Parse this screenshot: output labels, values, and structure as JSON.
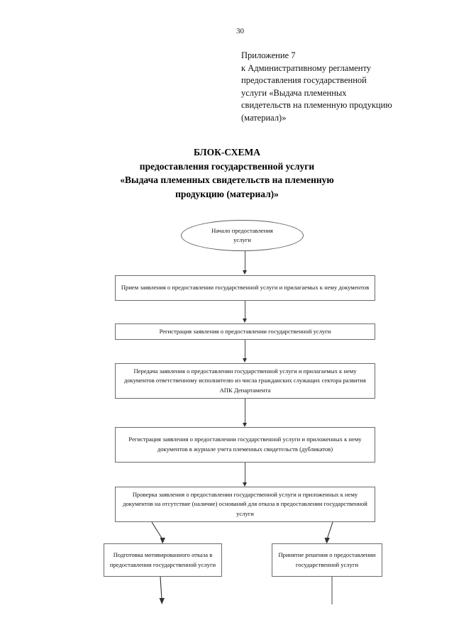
{
  "document": {
    "page_number": "30",
    "appendix": [
      "Приложение 7",
      "к Административному регламенту",
      "предоставления государственной",
      "услуги «Выдача племенных",
      "свидетельств на племенную продукцию",
      "(материал)»"
    ],
    "title": [
      "БЛОК-СХЕМА",
      "предоставления государственной услуги",
      "«Выдача племенных свидетельств на племенную",
      "продукцию (материал)»"
    ]
  },
  "flowchart": {
    "start": {
      "shape": "ellipse",
      "lines": [
        "Начало предоставления",
        "услуги"
      ]
    },
    "steps": [
      {
        "id": "intake",
        "shape": "rect",
        "lines": [
          "Прием заявления о предоставлении государственной услуги и прилагаемых",
          "к нему документов"
        ]
      },
      {
        "id": "registration",
        "shape": "rect",
        "lines": [
          "Регистрация заявления о предоставлении государственной услуги"
        ]
      },
      {
        "id": "transfer",
        "shape": "rect",
        "lines": [
          "Передача заявления о предоставлении государственной услуги и",
          "прилагаемых к нему документов ответственному исполнителю из числа",
          "гражданских служащих сектора развития АПК Департамента"
        ]
      },
      {
        "id": "journal-registration",
        "shape": "rect",
        "lines": [
          "Регистрация заявления о предоставлении государственной услуги и",
          "приложенных к нему документов в журнале учета племенных свидетельств",
          "(дубликатов)"
        ]
      },
      {
        "id": "check",
        "shape": "rect",
        "lines": [
          "Проверка заявления о предоставлении государственной услуги и",
          "приложенных к нему документов на отсутствие (наличие) оснований для",
          "отказа в предоставлении государственной услуги"
        ]
      }
    ],
    "branches": [
      {
        "id": "refusal",
        "shape": "rect",
        "lines": [
          "Подготовка мотивированного",
          "отказа в предоставлении",
          "государственной услуги"
        ]
      },
      {
        "id": "decision",
        "shape": "rect",
        "lines": [
          "Принятие решения о",
          "предоставлении",
          "государственной услуги"
        ]
      }
    ]
  },
  "colors": {
    "page_background": "#ffffff",
    "text": "#111111",
    "box_border": "#6b6b6b",
    "connector": "#444444"
  }
}
